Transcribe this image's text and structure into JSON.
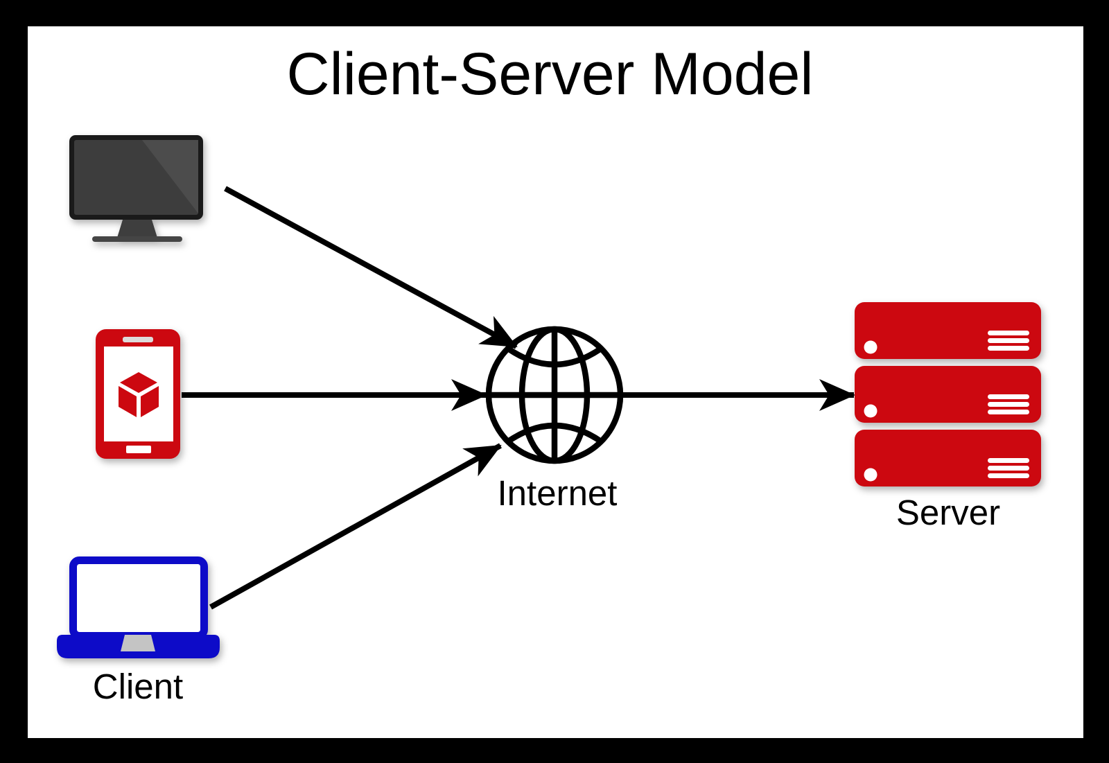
{
  "title": "Client-Server Model",
  "nodes": {
    "client_desktop": {
      "icon": "desktop-monitor-icon",
      "label": ""
    },
    "client_phone": {
      "icon": "smartphone-icon",
      "label": ""
    },
    "client_laptop": {
      "icon": "laptop-icon",
      "label": "Client"
    },
    "internet": {
      "icon": "globe-icon",
      "label": "Internet"
    },
    "server": {
      "icon": "server-stack-icon",
      "label": "Server"
    }
  },
  "edges": [
    {
      "from": "client_desktop",
      "to": "internet"
    },
    {
      "from": "client_phone",
      "to": "internet"
    },
    {
      "from": "client_laptop",
      "to": "internet"
    },
    {
      "from": "internet",
      "to": "server"
    }
  ],
  "colors": {
    "red": "#CC0810",
    "blue": "#0D0BC8",
    "black": "#000000",
    "white": "#FFFFFF",
    "monitor_bezel": "#1A1A1A",
    "monitor_screen": "#3D3D3D",
    "monitor_glare": "#4C4C4C",
    "notch_gray": "#C4C4C4"
  }
}
